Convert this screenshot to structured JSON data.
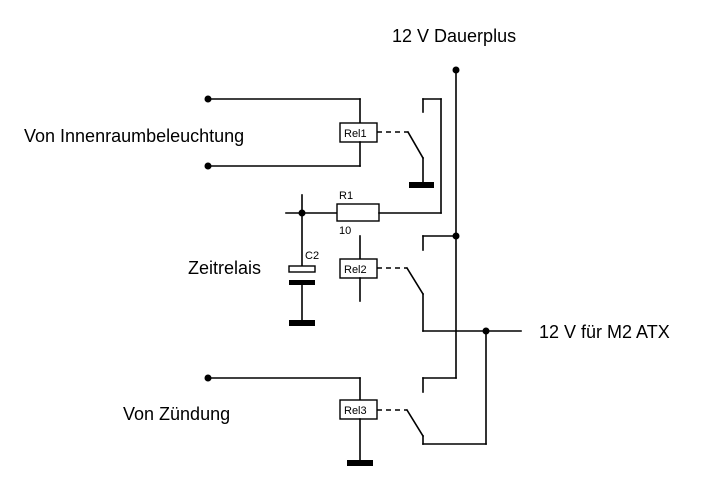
{
  "labels": {
    "dauerplus": "12 V Dauerplus",
    "innenraum": "Von Innenraumbeleuchtung",
    "zeitrelais": "Zeitrelais",
    "zuendung": "Von Zündung",
    "atx": "12 V für M2 ATX"
  },
  "components": {
    "rel1": "Rel1",
    "rel2": "Rel2",
    "rel3": "Rel3",
    "r1_name": "R1",
    "r1_value": "10",
    "c2_name": "C2"
  }
}
